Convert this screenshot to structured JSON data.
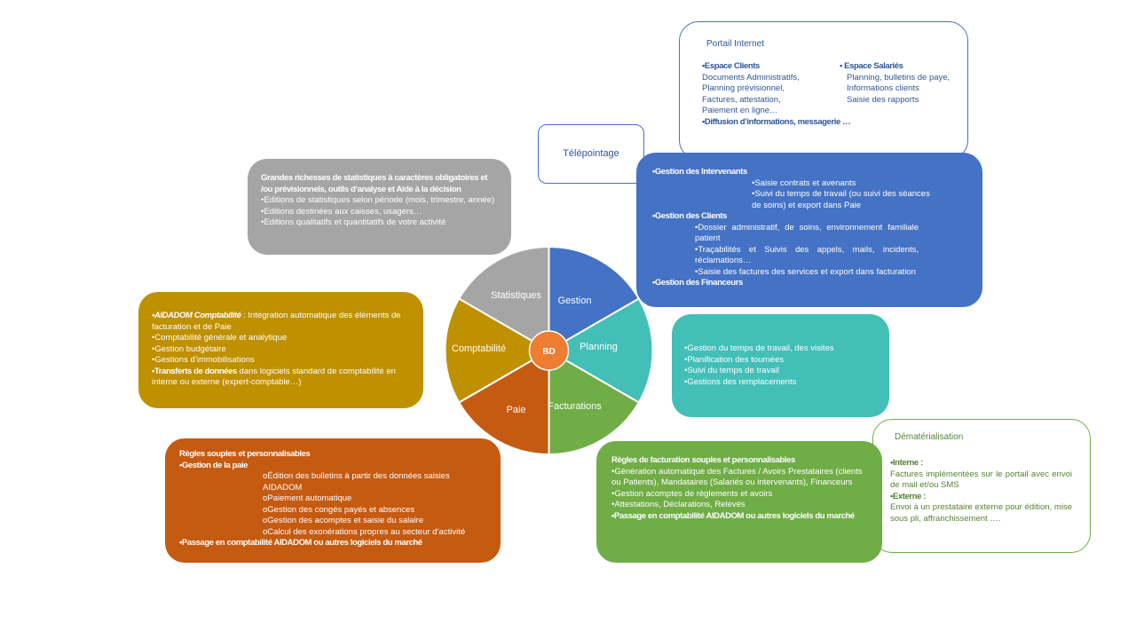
{
  "portal": {
    "title": "Portail Internet",
    "clients_title": "•Espace Clients",
    "clients_items": [
      "Documents Administratifs,",
      "Planning prévisionnel,",
      "Factures, attestation,",
      "Paiement en ligne…"
    ],
    "diffusion": "•Diffusion d’informations, messagerie …",
    "salaries_title": "•  Espace Salariés",
    "salaries_items": [
      "Planning, bulletins de paye,",
      "Informations clients",
      "Saisie des rapports"
    ]
  },
  "telepointage": {
    "label": "Télépointage"
  },
  "gestion_box": {
    "intervenants_title": "•Gestion des Intervenants",
    "intervenants_items": [
      "•Saisie contrats et avenants",
      "•Suivi du temps de travail (ou suivi des séances de soins) et export dans Paie"
    ],
    "clients_title": "•Gestion des Clients",
    "clients_items": [
      "•Dossier administratif, de soins, environnement familiale patient",
      "•Traçabilités et Suivis des appels, mails, incidents, réclamations…",
      "•Saisie des factures des services et export dans facturation"
    ],
    "financeurs_title": "•Gestion des Financeurs"
  },
  "planning_box": {
    "items": [
      "•Gestion du temps de travail, des visites",
      "•Planification des tournées",
      "•Suivi du temps de travail",
      "•Gestions des remplacements"
    ]
  },
  "demat_box": {
    "title": "Dématérialisation",
    "interne_title": "•Interne :",
    "interne_text": "Factures implémentées sur le portail avec envoi de mail et/ou SMS",
    "externe_title": "•Externe :",
    "externe_text": "Envoi à un prestataire externe pour édition, mise sous pli, affranchissement …."
  },
  "fact_box": {
    "title": "Règles de facturation souples et personnalisables",
    "items": [
      "•Génération automatique des Factures / Avoirs Prestataires (clients ou Patients), Mandataires (Salariés ou intervenants), Financeurs",
      "•Gestion acomptes de règlements et avoirs",
      "•Attestations, Déclarations, Relevés"
    ],
    "last": "•Passage en comptabilité AIDADOM ou autres logiciels du marché"
  },
  "paie_box": {
    "title": "Règles souples et personnalisables",
    "gestion_title": "•Gestion de la paie",
    "items": [
      "oÉdition des bulletins à partir des données saisies AIDADOM",
      "oPaiement automatique",
      "oGestion des congés payés et absences",
      "oGestion des acomptes et saisie du salaire",
      "oCalcul des exonérations propres au secteur d’activité"
    ],
    "last": "•Passage en comptabilité AIDADOM ou autres logiciels du marché"
  },
  "compta_box": {
    "first_bold": "•AIDADOM Comptabilité",
    "first_rest": " : Intégration automatique des éléments de facturation et de Paie",
    "items": [
      "•Comptabilité générale et analytique",
      "•Gestion budgétaire",
      "•Gestions d’immobilisations"
    ],
    "transfert_bold": "•Transferts de données",
    "transfert_rest": " dans logiciels standard de comptabilité en interne ou externe (expert-comptable…)"
  },
  "stats_box": {
    "title": "Grandes richesses de statistiques à caractères obligatoires et /ou prévisionnels, outils d’analyse et Aide à la décision",
    "items": [
      "•Editions de statistiques selon période (mois, trimestre, année)",
      "•Editions destinées aux caisses, usagers…",
      "•Editions qualitatifs et quantitatifs de votre activité"
    ]
  },
  "wheel": {
    "center": "BD",
    "segments": [
      {
        "label": "Gestion",
        "color": "#4472c4"
      },
      {
        "label": "Planning",
        "color": "#43bfb8"
      },
      {
        "label": "Facturations",
        "color": "#70ad47"
      },
      {
        "label": "Paie",
        "color": "#c55a11"
      },
      {
        "label": "Comptabilité",
        "color": "#bf9000"
      },
      {
        "label": "Statistiques",
        "color": "#a5a5a5"
      }
    ],
    "center_color": "#ed7d31"
  }
}
